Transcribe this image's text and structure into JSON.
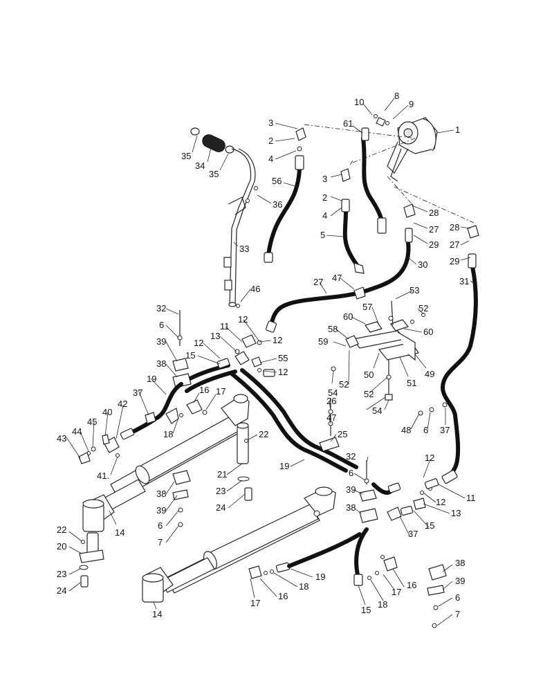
{
  "diagram": {
    "callouts": [
      {
        "id": "c1",
        "text": "1"
      },
      {
        "id": "c8",
        "text": "8"
      },
      {
        "id": "c10",
        "text": "10"
      },
      {
        "id": "c9",
        "text": "9"
      },
      {
        "id": "c3a",
        "text": "3"
      },
      {
        "id": "c61",
        "text": "61"
      },
      {
        "id": "c2a",
        "text": "2"
      },
      {
        "id": "c4a",
        "text": "4"
      },
      {
        "id": "c35a",
        "text": "35"
      },
      {
        "id": "c34",
        "text": "34"
      },
      {
        "id": "c35b",
        "text": "35"
      },
      {
        "id": "c56",
        "text": "56"
      },
      {
        "id": "c3b",
        "text": "3"
      },
      {
        "id": "c2b",
        "text": "2"
      },
      {
        "id": "c4b",
        "text": "4"
      },
      {
        "id": "c36",
        "text": "36"
      },
      {
        "id": "c28a",
        "text": "28"
      },
      {
        "id": "c27a",
        "text": "27"
      },
      {
        "id": "c29a",
        "text": "29"
      },
      {
        "id": "c5",
        "text": "5"
      },
      {
        "id": "c28b",
        "text": "28"
      },
      {
        "id": "c27b",
        "text": "27"
      },
      {
        "id": "c29b",
        "text": "29"
      },
      {
        "id": "c33",
        "text": "33"
      },
      {
        "id": "c30",
        "text": "30"
      },
      {
        "id": "c31",
        "text": "31"
      },
      {
        "id": "c47a",
        "text": "47"
      },
      {
        "id": "c27c",
        "text": "27"
      },
      {
        "id": "c46",
        "text": "46"
      },
      {
        "id": "c53",
        "text": "53"
      },
      {
        "id": "c32a",
        "text": "32"
      },
      {
        "id": "c52a",
        "text": "52"
      },
      {
        "id": "c57",
        "text": "57"
      },
      {
        "id": "c60a",
        "text": "60"
      },
      {
        "id": "c12a",
        "text": "12"
      },
      {
        "id": "c11a",
        "text": "11"
      },
      {
        "id": "c6a",
        "text": "6"
      },
      {
        "id": "c58",
        "text": "58"
      },
      {
        "id": "c60b",
        "text": "60"
      },
      {
        "id": "c13a",
        "text": "13"
      },
      {
        "id": "c12b",
        "text": "12"
      },
      {
        "id": "c59",
        "text": "59"
      },
      {
        "id": "c12c",
        "text": "12"
      },
      {
        "id": "c39a",
        "text": "39"
      },
      {
        "id": "c55",
        "text": "55"
      },
      {
        "id": "c15a",
        "text": "15"
      },
      {
        "id": "c12d",
        "text": "12"
      },
      {
        "id": "c38a",
        "text": "38"
      },
      {
        "id": "c50",
        "text": "50"
      },
      {
        "id": "c49",
        "text": "49"
      },
      {
        "id": "c51",
        "text": "51"
      },
      {
        "id": "c52b",
        "text": "52"
      },
      {
        "id": "c19a",
        "text": "19"
      },
      {
        "id": "c54a",
        "text": "54"
      },
      {
        "id": "c52c",
        "text": "52"
      },
      {
        "id": "c37a",
        "text": "37"
      },
      {
        "id": "c16a",
        "text": "16"
      },
      {
        "id": "c17a",
        "text": "17"
      },
      {
        "id": "c26",
        "text": "26"
      },
      {
        "id": "c54b",
        "text": "54"
      },
      {
        "id": "c42",
        "text": "42"
      },
      {
        "id": "c40",
        "text": "40"
      },
      {
        "id": "c45",
        "text": "45"
      },
      {
        "id": "c18a",
        "text": "18"
      },
      {
        "id": "c47b",
        "text": "47"
      },
      {
        "id": "c48",
        "text": "48"
      },
      {
        "id": "c6b",
        "text": "6"
      },
      {
        "id": "c37b",
        "text": "37"
      },
      {
        "id": "c44",
        "text": "44"
      },
      {
        "id": "c43",
        "text": "43"
      },
      {
        "id": "c22a",
        "text": "22"
      },
      {
        "id": "c25",
        "text": "25"
      },
      {
        "id": "c41",
        "text": "41."
      },
      {
        "id": "c21",
        "text": "21"
      },
      {
        "id": "c19b",
        "text": "19"
      },
      {
        "id": "c32b",
        "text": "32"
      },
      {
        "id": "c12e",
        "text": "12"
      },
      {
        "id": "c6c",
        "text": "6"
      },
      {
        "id": "c38b",
        "text": "38"
      },
      {
        "id": "c23a",
        "text": "23"
      },
      {
        "id": "c39b",
        "text": "39"
      },
      {
        "id": "c24a",
        "text": "24"
      },
      {
        "id": "c11b",
        "text": "11"
      },
      {
        "id": "c39c",
        "text": "39"
      },
      {
        "id": "c13b",
        "text": "13"
      },
      {
        "id": "c38c",
        "text": "38"
      },
      {
        "id": "c12f",
        "text": "12"
      },
      {
        "id": "c6d",
        "text": "6"
      },
      {
        "id": "c14a",
        "text": "14"
      },
      {
        "id": "c15b",
        "text": "15"
      },
      {
        "id": "c7a",
        "text": "7"
      },
      {
        "id": "c37c",
        "text": "37"
      },
      {
        "id": "c22b",
        "text": "22"
      },
      {
        "id": "c20",
        "text": "20"
      },
      {
        "id": "c38d",
        "text": "38"
      },
      {
        "id": "c23b",
        "text": "23"
      },
      {
        "id": "c19c",
        "text": "19"
      },
      {
        "id": "c24b",
        "text": "24"
      },
      {
        "id": "c39d",
        "text": "39"
      },
      {
        "id": "c18b",
        "text": "18"
      },
      {
        "id": "c16b",
        "text": "16"
      },
      {
        "id": "c17b",
        "text": "17"
      },
      {
        "id": "c16c",
        "text": "16"
      },
      {
        "id": "c6e",
        "text": "6"
      },
      {
        "id": "c14b",
        "text": "14"
      },
      {
        "id": "c17c",
        "text": "17"
      },
      {
        "id": "c15c",
        "text": "15"
      },
      {
        "id": "c18c",
        "text": "18"
      },
      {
        "id": "c7b",
        "text": "7"
      }
    ]
  }
}
